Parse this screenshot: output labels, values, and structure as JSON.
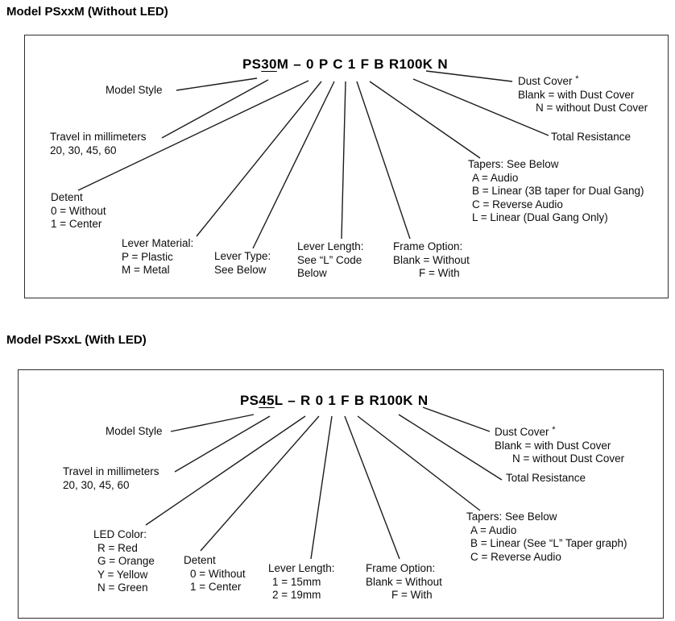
{
  "sections": {
    "m": {
      "title": "Model PSxxM (Without LED)",
      "pn": {
        "prefix": "PS",
        "travel": "30",
        "rest": "M – 0 P C 1 F B R100K N"
      },
      "model_style": "Model Style",
      "travel_l1": "Travel in millimeters",
      "travel_l2": "20, 30, 45, 60",
      "detent_l1": "Detent",
      "detent_l2": "0 = Without",
      "detent_l3": "1 = Center",
      "lever_material_l1": "Lever Material:",
      "lever_material_l2": "P = Plastic",
      "lever_material_l3": "M = Metal",
      "lever_type_l1": "Lever Type:",
      "lever_type_l2": "See Below",
      "lever_length_l1": "Lever Length:",
      "lever_length_l2": "See “L” Code",
      "lever_length_l3": "Below",
      "frame_l1": "Frame Option:",
      "frame_l2": "Blank = Without",
      "frame_l3": "F = With",
      "tapers_l1": "Tapers: See Below",
      "tapers_l2": "A = Audio",
      "tapers_l3": "B = Linear (3B taper for Dual Gang)",
      "tapers_l4": "C = Reverse Audio",
      "tapers_l5": "L = Linear (Dual Gang Only)",
      "total_resistance": "Total Resistance",
      "dust_l1": "Dust Cover",
      "dust_sup": "*",
      "dust_l2": "Blank = with Dust Cover",
      "dust_l3": "N = without Dust Cover"
    },
    "l": {
      "title": "Model PSxxL (With LED)",
      "pn": {
        "prefix": "PS",
        "travel": "45",
        "rest": "L – R 0 1 F B R100K N"
      },
      "model_style": "Model Style",
      "travel_l1": "Travel in millimeters",
      "travel_l2": "20, 30, 45, 60",
      "led_l1": "LED Color:",
      "led_l2": "R = Red",
      "led_l3": "G = Orange",
      "led_l4": "Y = Yellow",
      "led_l5": "N = Green",
      "detent_l1": "Detent",
      "detent_l2": "0 = Without",
      "detent_l3": "1 = Center",
      "lever_length_l1": "Lever Length:",
      "lever_length_l2": "1 = 15mm",
      "lever_length_l3": "2 = 19mm",
      "frame_l1": "Frame Option:",
      "frame_l2": "Blank = Without",
      "frame_l3": "F = With",
      "tapers_l1": "Tapers: See Below",
      "tapers_l2": "A = Audio",
      "tapers_l3": "B = Linear (See “L” Taper graph)",
      "tapers_l4": "C = Reverse Audio",
      "total_resistance": "Total Resistance",
      "dust_l1": "Dust Cover",
      "dust_sup": "*",
      "dust_l2": "Blank = with Dust Cover",
      "dust_l3": "N = without Dust Cover"
    }
  }
}
